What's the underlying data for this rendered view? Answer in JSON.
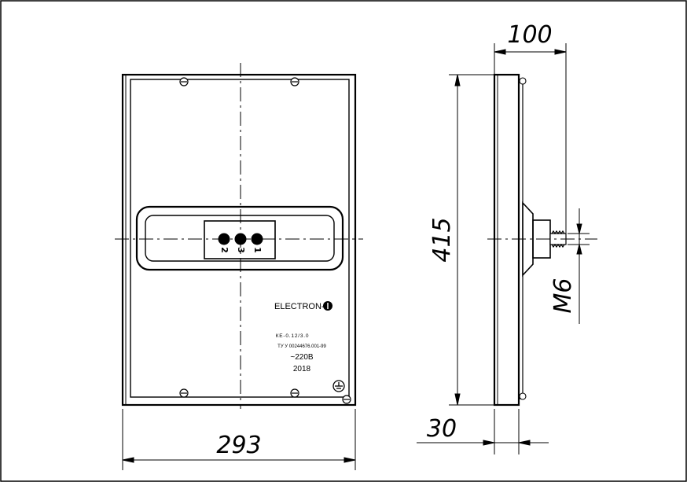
{
  "dimensions": {
    "width": "293",
    "height": "415",
    "depth": "100",
    "mount_depth": "30",
    "thread": "M6"
  },
  "label_plate": {
    "brand": "ELECTRON-",
    "model": "КЕ-0.12/3.0",
    "spec": "ТУ У 00244676.001-99",
    "voltage": "~220В",
    "year": "2018"
  },
  "terminals": [
    "2",
    "3",
    "1"
  ]
}
